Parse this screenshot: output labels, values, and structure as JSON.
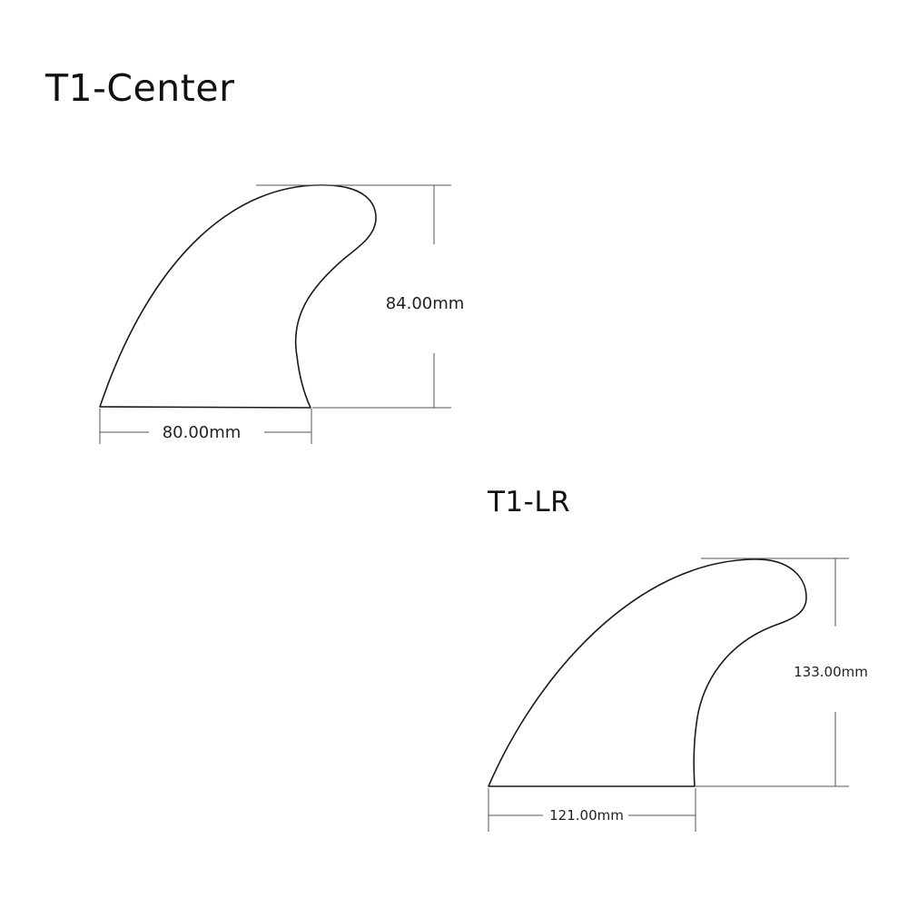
{
  "fins": [
    {
      "name": "T1-Center",
      "height_label": "84.00mm",
      "base_label": "80.00mm"
    },
    {
      "name": "T1-LR",
      "height_label": "133.00mm",
      "base_label": "121.00mm"
    }
  ],
  "colors": {
    "outline": "#1a1a1a",
    "dimension_line": "#555555",
    "text": "#111111",
    "background": "#ffffff"
  }
}
